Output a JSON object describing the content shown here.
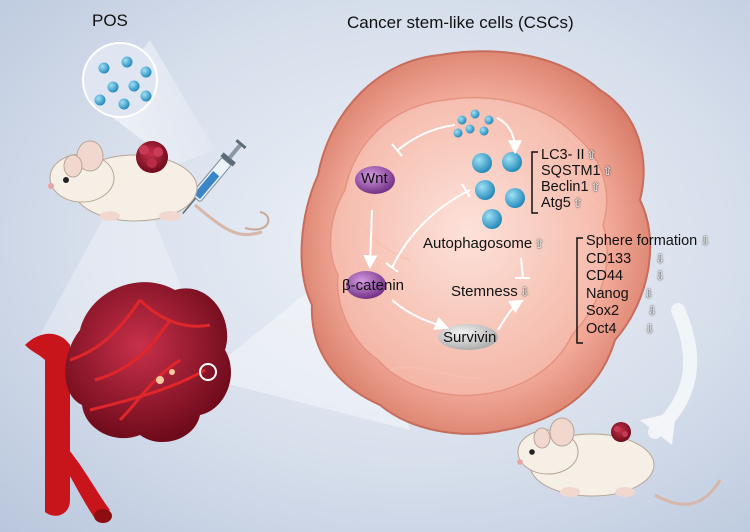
{
  "labels": {
    "pos": "POS",
    "title": "Cancer stem-like cells (CSCs)",
    "wnt": "Wnt",
    "beta_catenin": "β-catenin",
    "survivin": "Survivin",
    "autophagosome": "Autophagosome",
    "stemness": "Stemness"
  },
  "autophagy_markers": [
    {
      "name": "LC3- II",
      "change": "up"
    },
    {
      "name": "SQSTM1",
      "change": "up"
    },
    {
      "name": "Beclin1",
      "change": "up"
    },
    {
      "name": "Atg5",
      "change": "up"
    }
  ],
  "stemness_markers": [
    {
      "name": "Sphere formation",
      "change": "down"
    },
    {
      "name": "CD133",
      "change": "down"
    },
    {
      "name": "CD44",
      "change": "down"
    },
    {
      "name": "Nanog",
      "change": "down"
    },
    {
      "name": "Sox2",
      "change": "down"
    },
    {
      "name": "Oct4",
      "change": "down"
    }
  ],
  "arrow_glyphs": {
    "up": "⇧",
    "down": "⇩"
  },
  "colors": {
    "background": "#d7dfec",
    "cell": "#f2a998",
    "cell_inner": "#f7c7bb",
    "tumor": "#a8182c",
    "vessel": "#d0161c",
    "nanoparticle": "#46a7d6",
    "wnt_node": "#8e3f9a",
    "survivin_node": "#d6d6d6"
  }
}
